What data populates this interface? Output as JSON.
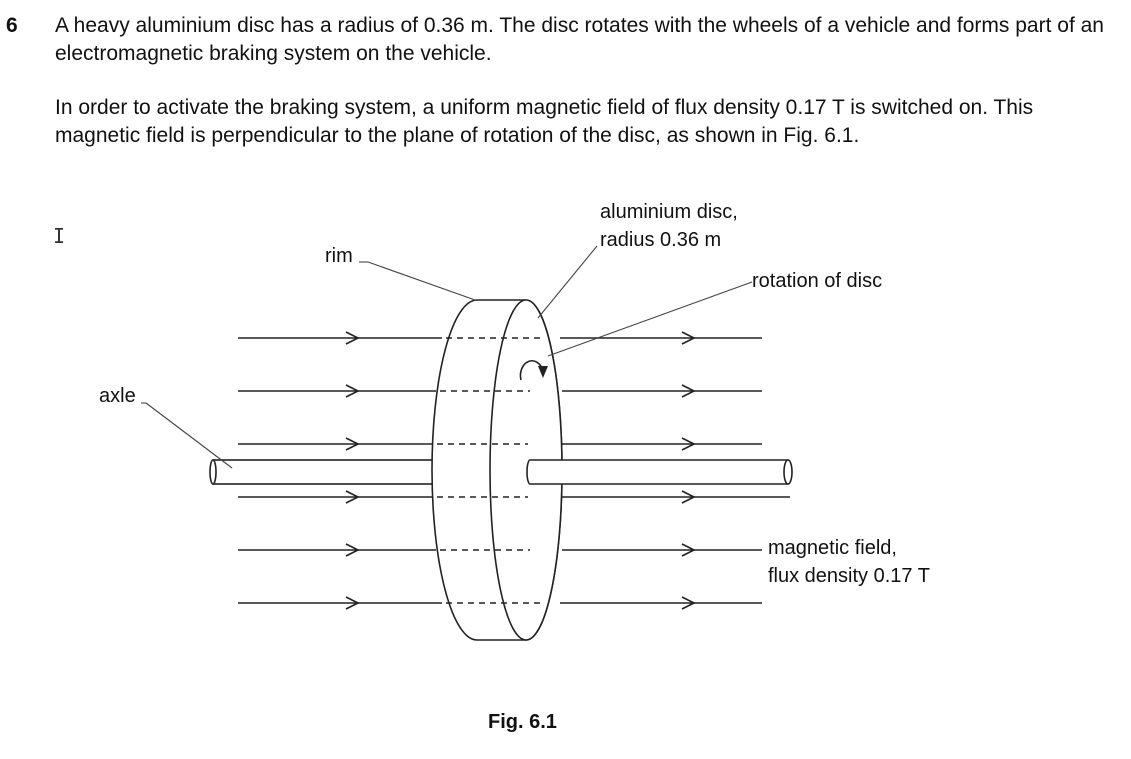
{
  "question": {
    "number": "6",
    "paragraph_1": "A heavy aluminium disc has a radius of 0.36 m. The disc rotates with the wheels of a vehicle and forms part of an electromagnetic braking system on the vehicle.",
    "paragraph_2": "In order to activate the braking system, a uniform magnetic field of flux density 0.17 T is switched on. This magnetic field is perpendicular to the plane of rotation of the disc, as shown in Fig. 6.1."
  },
  "figure": {
    "caption": "Fig. 6.1",
    "labels": {
      "disc_line_1": "aluminium disc,",
      "disc_line_2": "radius 0.36 m",
      "rim": "rim",
      "rotation": "rotation of disc",
      "axle": "axle",
      "field_line_1": "magnetic field,",
      "field_line_2": "flux density 0.17 T"
    }
  },
  "cursor": {
    "glyph": "I",
    "name": "text-cursor-icon"
  }
}
